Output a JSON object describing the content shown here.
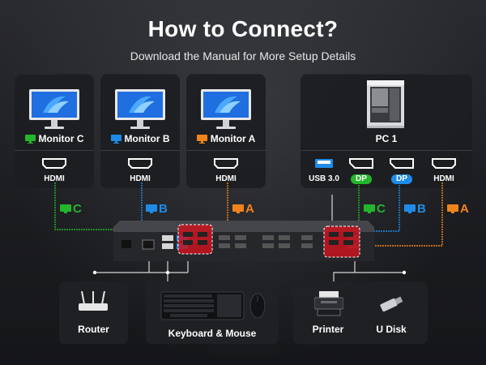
{
  "header": {
    "title": "How to Connect?",
    "subtitle": "Download the Manual for More Setup Details"
  },
  "monitors": [
    {
      "label": "Monitor C",
      "port": "HDMI",
      "color": "#23b52b",
      "tag": "C"
    },
    {
      "label": "Monitor B",
      "port": "HDMI",
      "color": "#1e8be6",
      "tag": "B"
    },
    {
      "label": "Monitor A",
      "port": "HDMI",
      "color": "#f0841c",
      "tag": "A"
    }
  ],
  "pc": {
    "name": "PC 1",
    "ports": [
      {
        "label": "USB 3.0"
      },
      {
        "label": "DP",
        "color": "#23b52b"
      },
      {
        "label": "DP",
        "color": "#1e8be6"
      },
      {
        "label": "HDMI"
      }
    ],
    "tags": [
      {
        "tag": "C",
        "color": "#23b52b"
      },
      {
        "tag": "B",
        "color": "#1e8be6"
      },
      {
        "tag": "A",
        "color": "#f0841c"
      }
    ]
  },
  "peripherals": {
    "router": "Router",
    "keyboard_mouse": "Keyboard & Mouse",
    "printer": "Printer",
    "udisk": "U Disk"
  },
  "colors": {
    "green": "#23b52b",
    "blue": "#1e8be6",
    "orange": "#f0841c",
    "highlight_red": "#c8141e"
  },
  "icons": {
    "monitor": "monitor-icon",
    "hdmi": "hdmi-port-icon",
    "dp": "displayport-icon",
    "usb": "usb-port-icon",
    "pc": "pc-tower-icon",
    "router": "router-icon",
    "keyboard": "keyboard-icon",
    "mouse": "mouse-icon",
    "printer": "printer-icon",
    "udisk": "usb-drive-icon"
  }
}
